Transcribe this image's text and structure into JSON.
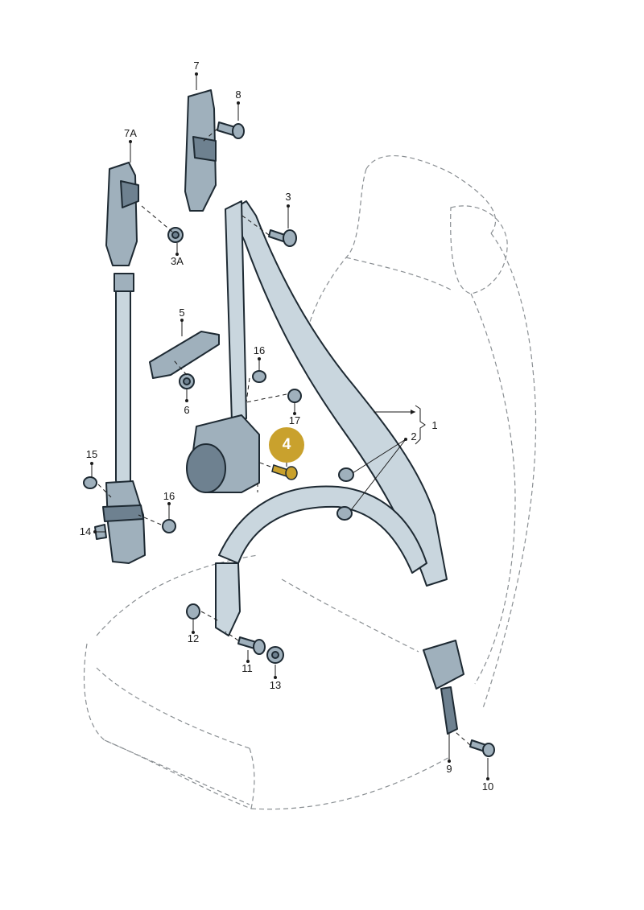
{
  "labels": {
    "c7": "7",
    "c8": "8",
    "c7a": "7A",
    "c3": "3",
    "c3a": "3A",
    "c5": "5",
    "c16a": "16",
    "c17": "17",
    "c6": "6",
    "c1": "1",
    "c2": "2",
    "c4": "4",
    "c15": "15",
    "c16b": "16",
    "c14": "14",
    "c12": "12",
    "c11": "11",
    "c13": "13",
    "c9": "9",
    "c10": "10"
  },
  "colors": {
    "highlight": "#c9a12d",
    "part": "#9fb0bc",
    "belt": "#c9d6de",
    "outline": "#1e2a33"
  }
}
